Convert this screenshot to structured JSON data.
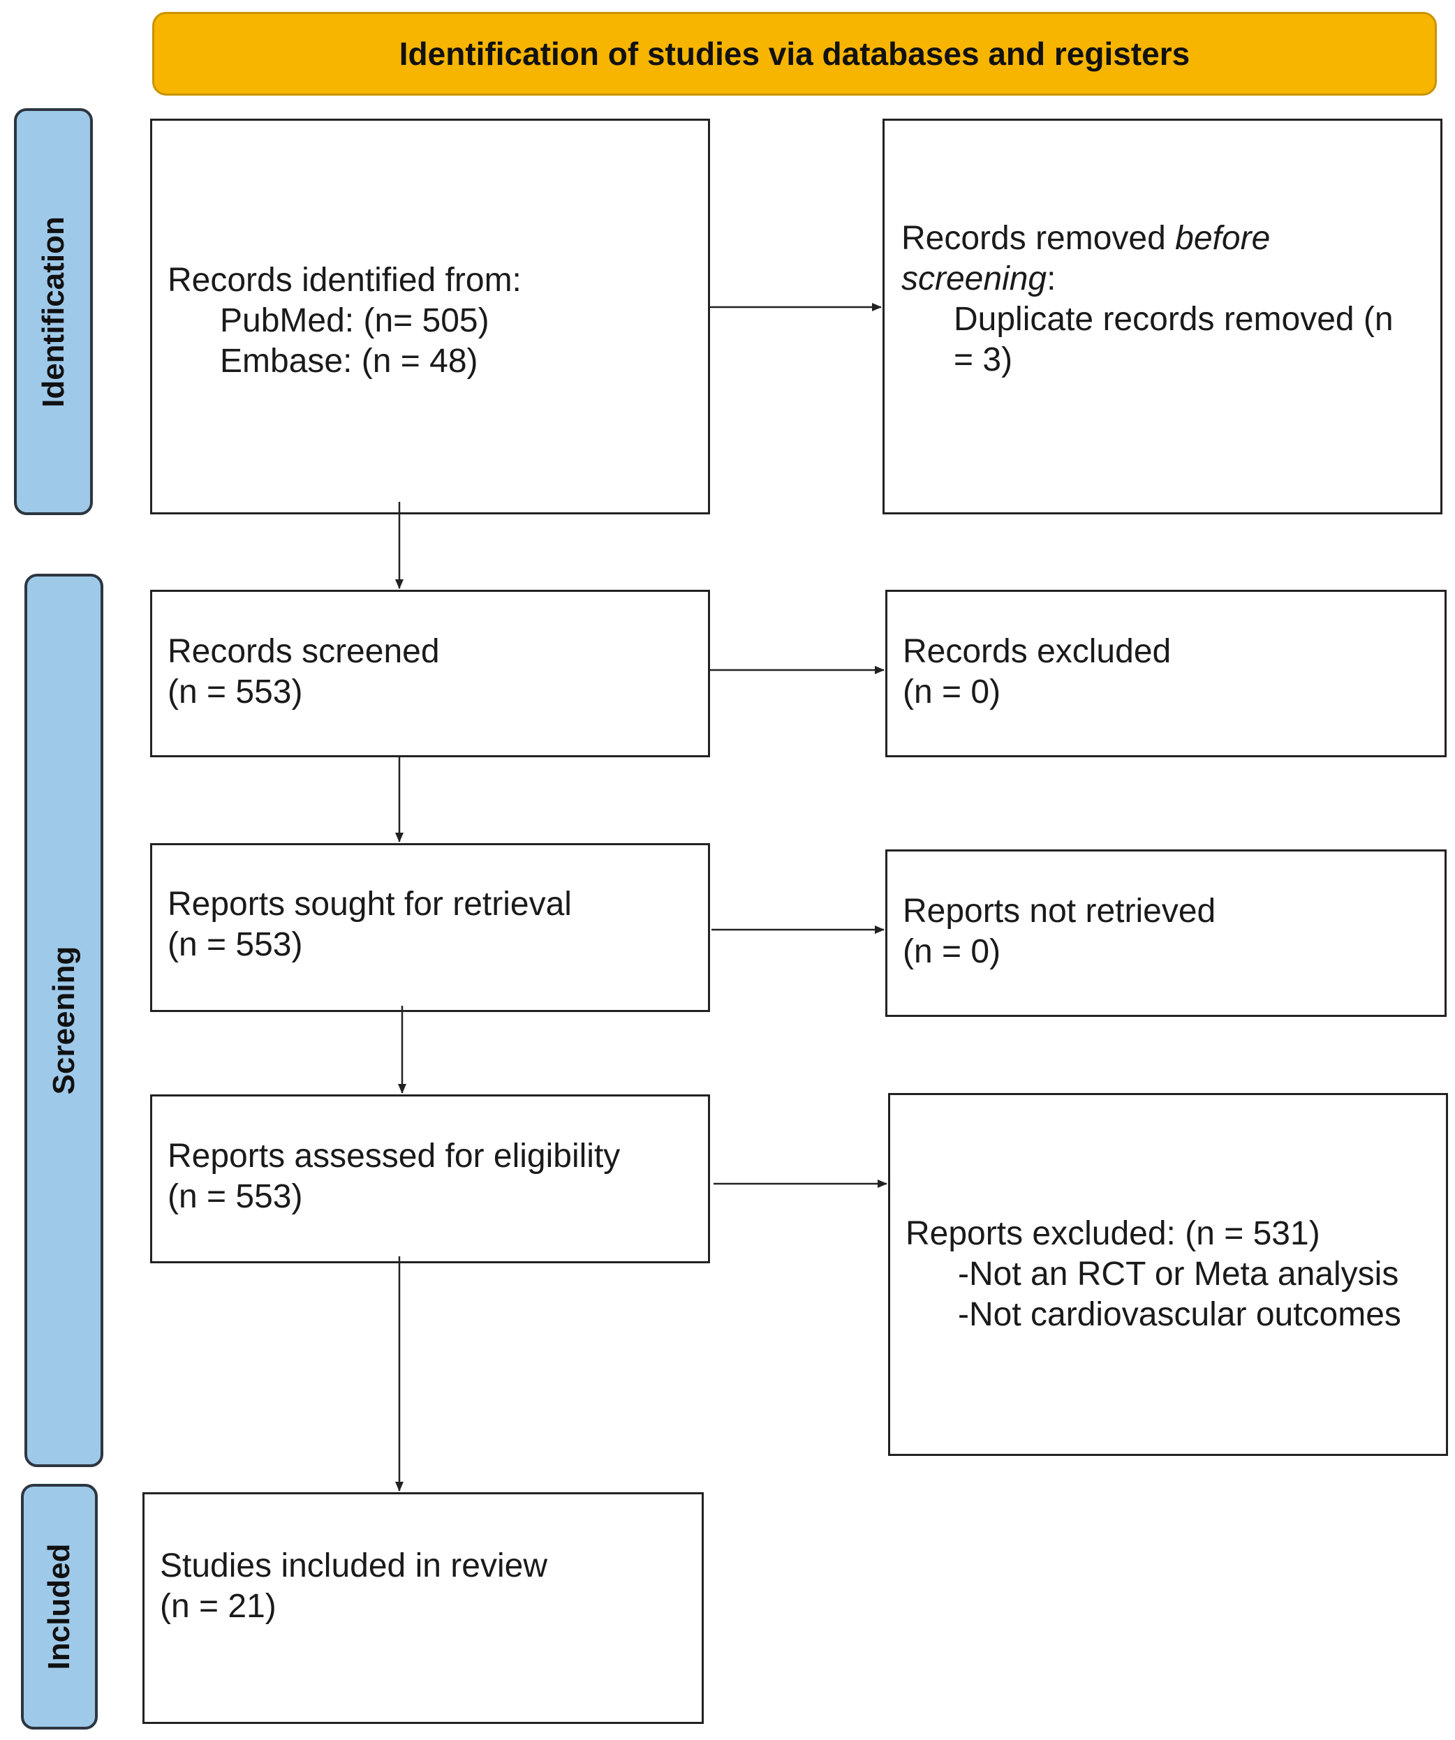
{
  "header": {
    "title": "Identification of studies via databases and registers"
  },
  "phases": {
    "identification": "Identification",
    "screening": "Screening",
    "included": "Included"
  },
  "boxes": {
    "records_identified": {
      "title": "Records identified from:",
      "pubmed": "PubMed: (n= 505)",
      "embase": "Embase: (n = 48)"
    },
    "records_removed": {
      "prefix": "Records removed ",
      "italic1": "before",
      "italic2": "screening",
      "colon": ":",
      "line1": "Duplicate records removed  (n",
      "line2": "= 3)"
    },
    "records_screened": {
      "title": "Records screened",
      "count": "(n = 553)"
    },
    "records_excluded": {
      "title": "Records excluded",
      "count": "(n = 0)"
    },
    "reports_sought": {
      "title": "Reports sought for retrieval",
      "count": "(n = 553)"
    },
    "reports_not_retrieved": {
      "title": "Reports not retrieved",
      "count": "(n = 0)"
    },
    "reports_assessed": {
      "title": "Reports assessed for eligibility",
      "count": "(n = 553)"
    },
    "reports_excluded": {
      "title": "Reports excluded: (n = 531)",
      "reason1": "-Not an RCT or Meta analysis",
      "reason2": "-Not cardiovascular outcomes"
    },
    "studies_included": {
      "title": "Studies included in review",
      "count": "(n = 21)"
    }
  },
  "colors": {
    "banner": "#f7b500",
    "phase": "#9fc9e9",
    "border": "#222222"
  }
}
